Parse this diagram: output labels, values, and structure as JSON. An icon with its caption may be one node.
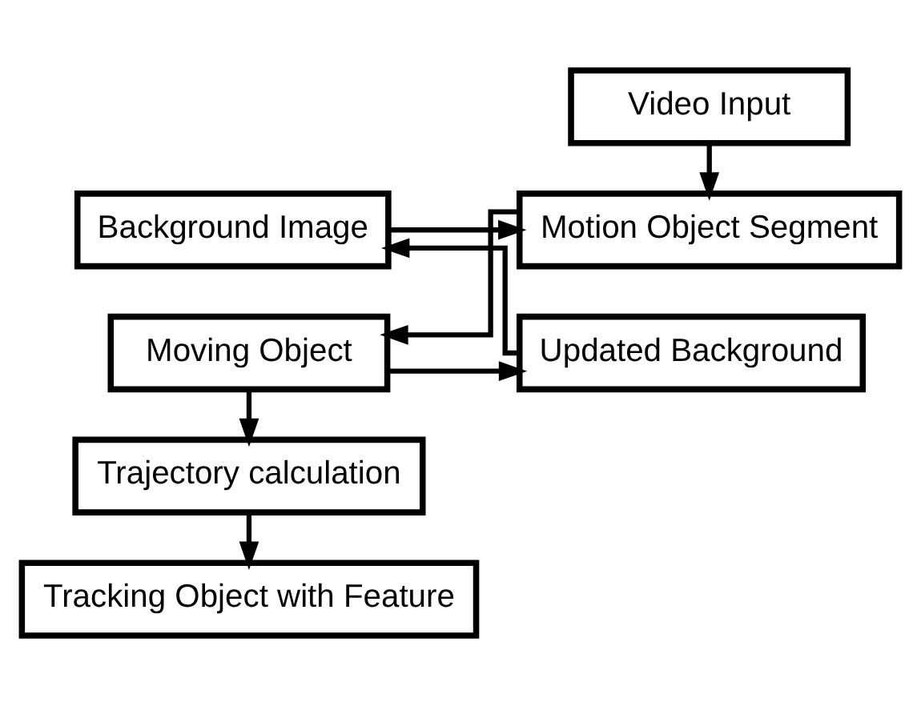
{
  "diagram": {
    "nodes": [
      {
        "text": [
          "Video Input"
        ]
      },
      {
        "text": [
          "Background Image"
        ]
      },
      {
        "text": [
          "Motion Object Segment"
        ]
      },
      {
        "text": [
          "Updated Background"
        ]
      },
      {
        "text": [
          "Moving Object"
        ]
      },
      {
        "text": [
          "Trajectory calculation"
        ]
      },
      {
        "text": [
          "Tracking Object with Feature"
        ]
      }
    ],
    "edges": [
      {
        "from": 0,
        "to": 2,
        "arrow": "to"
      },
      {
        "from": 1,
        "to": 2,
        "arrow": "to"
      },
      {
        "from": 2,
        "to": 4,
        "arrow": "to"
      },
      {
        "from": 4,
        "to": 3,
        "arrow": "to"
      },
      {
        "from": 3,
        "to": 1,
        "arrow": "to"
      },
      {
        "from": 4,
        "to": 5,
        "arrow": "to"
      },
      {
        "from": 5,
        "to": 6,
        "arrow": "to"
      }
    ]
  }
}
